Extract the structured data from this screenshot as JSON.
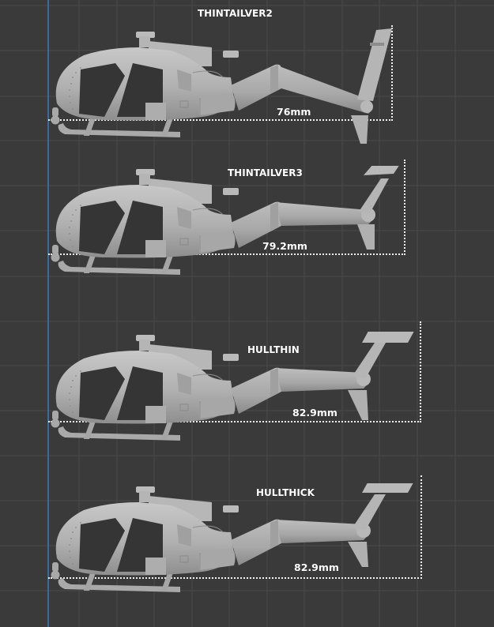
{
  "viewport": {
    "background": "#3a3a3a",
    "grid_color": "#4a4a4a",
    "axis_color": "#3d6ea8",
    "model_color": "#b3b3b3"
  },
  "models": [
    {
      "name": "THINTAILVER2",
      "dimension": "76mm",
      "tail_variant": "thin-v2"
    },
    {
      "name": "THINTAILVER3",
      "dimension": "79.2mm",
      "tail_variant": "thin-v3"
    },
    {
      "name": "HULLTHIN",
      "dimension": "82.9mm",
      "tail_variant": "hull-thin"
    },
    {
      "name": "HULLTHICK",
      "dimension": "82.9mm",
      "tail_variant": "hull-thick"
    }
  ]
}
